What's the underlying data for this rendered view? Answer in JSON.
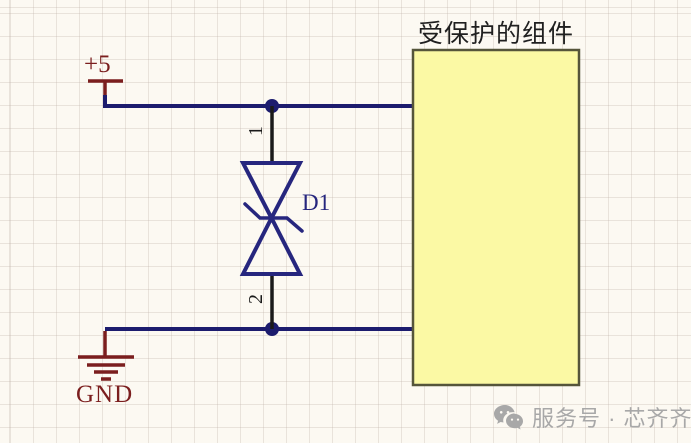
{
  "schematic": {
    "power": {
      "label": "+5"
    },
    "ground": {
      "label": "GND"
    },
    "diode": {
      "designator": "D1",
      "type": "bidirectional-tvs-diode",
      "pin_top": "1",
      "pin_bottom": "2"
    },
    "protected_component": {
      "label": "受保护的组件"
    },
    "colors": {
      "wire": "#1c1c6e",
      "symbol_blue": "#26267e",
      "power_red": "#7b1e1e",
      "pin_black": "#1a1a1a",
      "box_fill": "#fbf9a4",
      "box_border": "#55553a",
      "title_color": "#1f1f1f",
      "watermark_gray": "#a8a8a8"
    }
  },
  "watermark": {
    "icon": "wechat-icon",
    "text": "服务号 · 芯齐齐"
  }
}
